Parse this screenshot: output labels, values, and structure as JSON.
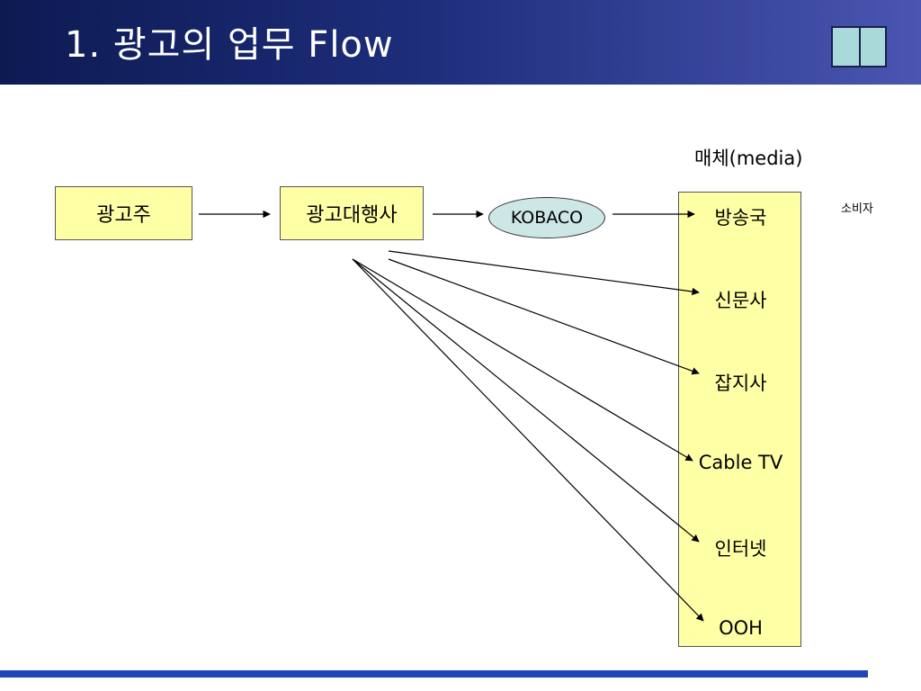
{
  "slide": {
    "title": "1. 광고의 업무 Flow"
  },
  "diagram": {
    "media_heading": "매체(media)",
    "consumer_label": "소비자",
    "advertiser": "광고주",
    "agency": "광고대행사",
    "kobaco": "KOBACO",
    "media_items": [
      "방송국",
      "신문사",
      "잡지사",
      "Cable TV",
      "인터넷",
      "OOH"
    ]
  },
  "colors": {
    "header_start": "#0d1a52",
    "header_end": "#4a55b0",
    "box_fill": "#ffffa6",
    "oval_fill": "#cde6e6",
    "footer_bar": "#1f47b8",
    "logo_fill": "#a9dad9"
  }
}
